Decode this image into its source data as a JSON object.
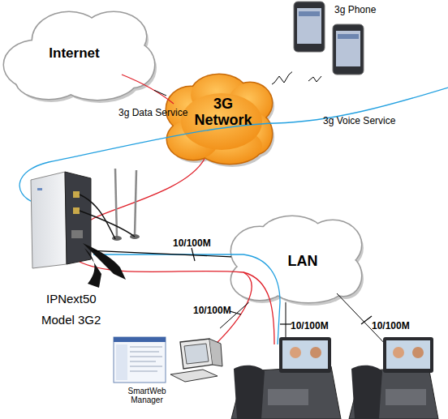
{
  "diagram": {
    "nodes": [
      {
        "text": [
          "Internet"
        ]
      },
      {
        "text": [
          "3g Phone"
        ]
      },
      {
        "text": [
          "3G Network"
        ]
      },
      {
        "text": [
          "IPNext50",
          "Model 3G2"
        ]
      },
      {
        "text": [
          "LAN"
        ]
      },
      {
        "text": [
          "SmartWeb Manager"
        ]
      }
    ],
    "edges": [
      {
        "from": 0,
        "to": 2,
        "arrow": "none"
      },
      {
        "from": 2,
        "to": 1,
        "arrow": "none"
      },
      {
        "from": 3,
        "to": 4,
        "arrow": "none",
        "label": "10/100M"
      },
      {
        "from": 4,
        "to": 5,
        "arrow": "none",
        "label": "10/100M"
      }
    ],
    "labels": [
      "3g Data Service",
      "3g Voice Service",
      "10/100M",
      "10/100M"
    ]
  }
}
